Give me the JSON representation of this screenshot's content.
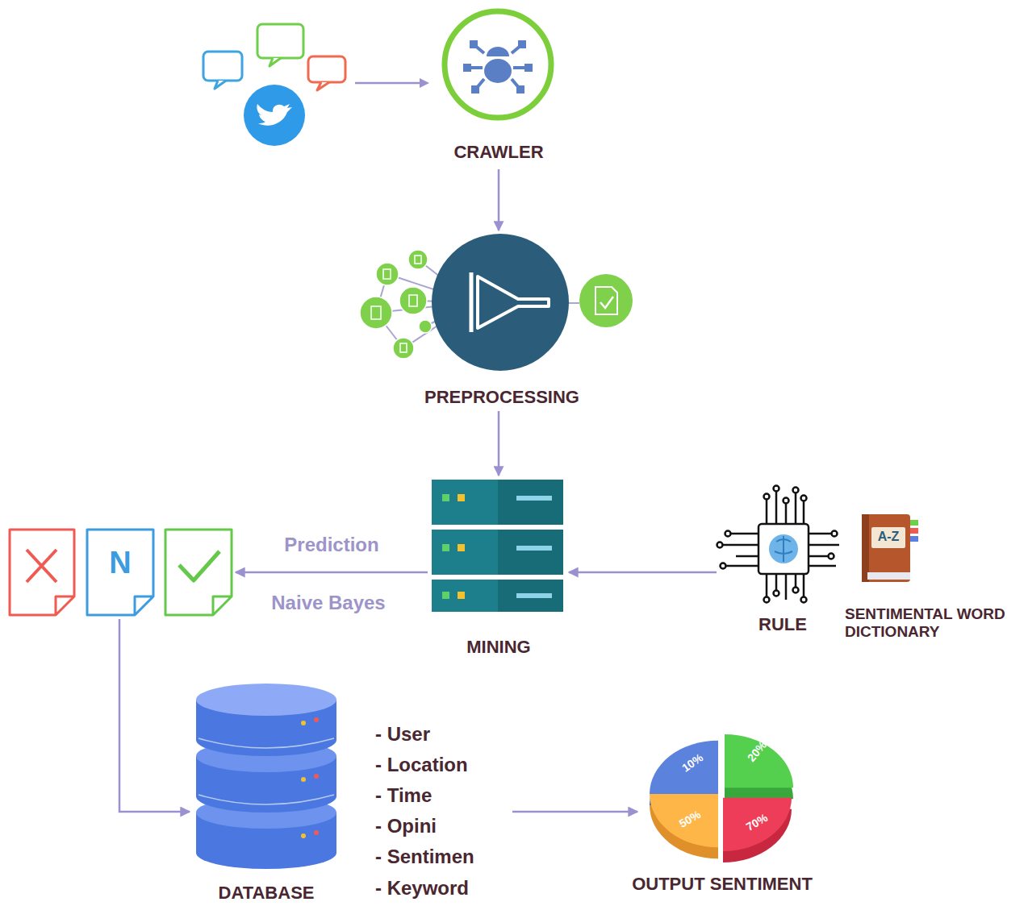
{
  "diagram": {
    "nodes": [
      {
        "text": [
          "CRAWLER"
        ]
      },
      {
        "text": [
          "PREPROCESSING"
        ]
      },
      {
        "text": [
          "N"
        ]
      },
      {
        "text": [
          "MINING"
        ]
      },
      {
        "text": [
          "RULE"
        ]
      },
      {
        "text": [
          "SENTIMENTAL WORD DICTIONARY"
        ]
      },
      {
        "text": [
          "DATABASE",
          "- User",
          "- Location",
          "- Time",
          "- Opini",
          "- Sentimen",
          "- Keyword"
        ]
      },
      {
        "text": [
          "OUTPUT SENTIMENT"
        ]
      }
    ],
    "edges": [
      {
        "from": 0,
        "to": 1,
        "arrow": "to"
      },
      {
        "from": 1,
        "to": 3,
        "arrow": "to"
      },
      {
        "from": 3,
        "to": 2,
        "label": "Prediction",
        "arrow": "to"
      },
      {
        "from": 4,
        "to": 3,
        "arrow": "to"
      },
      {
        "from": 2,
        "to": 6,
        "arrow": "to"
      },
      {
        "from": 6,
        "to": 7,
        "arrow": "to"
      }
    ],
    "labels": [
      "Naive Bayes",
      "A-Z",
      "10%",
      "20%",
      "50%",
      "70%"
    ]
  }
}
